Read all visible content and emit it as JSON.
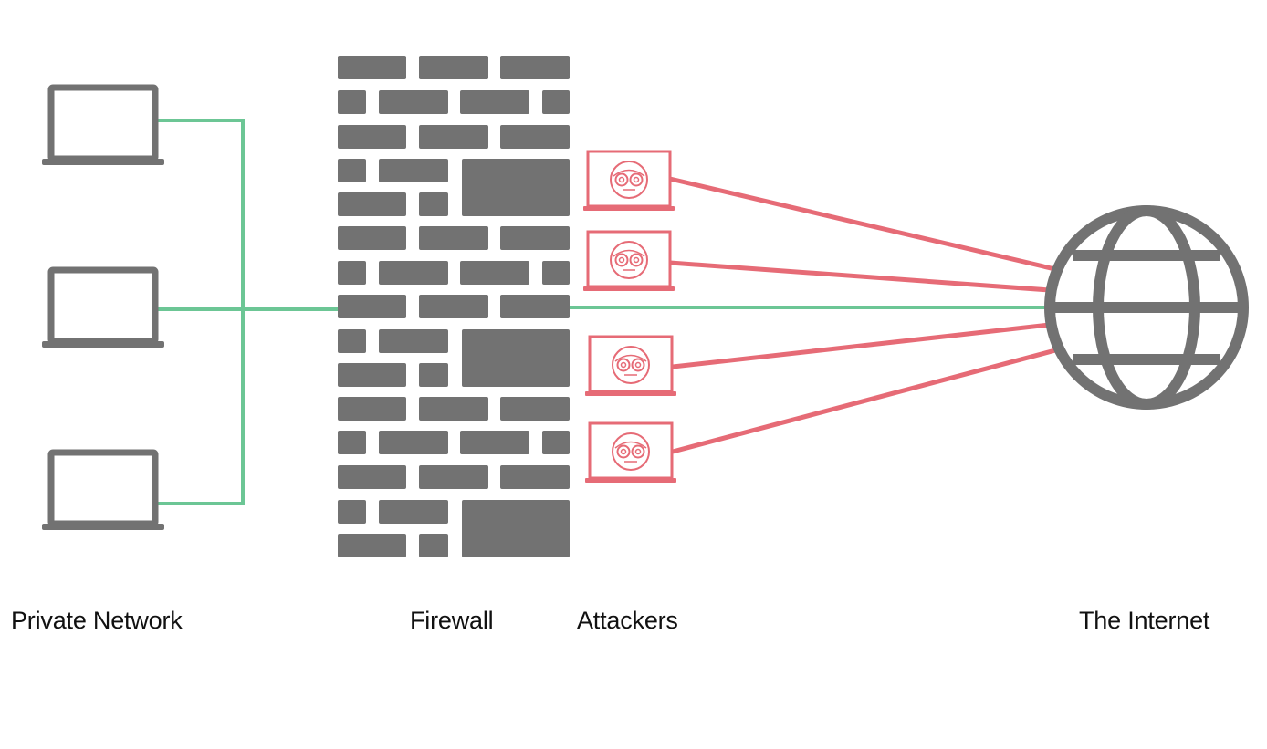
{
  "colors": {
    "device_gray": "#727272",
    "secure_link_green": "#6cc695",
    "attacker_red": "#e66b76",
    "label_text": "#111111",
    "background": "#ffffff"
  },
  "icons": {
    "private_device": "laptop-icon",
    "attacker_device": "robot-laptop-icon",
    "firewall": "brick-wall-icon",
    "internet": "globe-icon"
  },
  "labels": {
    "private_network": "Private Network",
    "firewall": "Firewall",
    "attackers": "Attackers",
    "internet": "The Internet"
  },
  "diagram": {
    "private_laptops": 3,
    "attacker_laptops": 4
  }
}
